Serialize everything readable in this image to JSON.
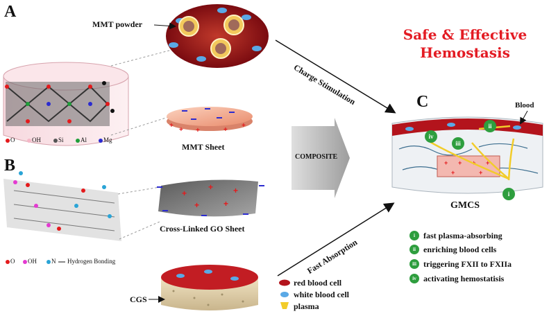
{
  "panels": {
    "a": "A",
    "b": "B",
    "c": "C"
  },
  "title": {
    "line1": "Safe & Effective",
    "line2": "Hemostasis"
  },
  "panel_a": {
    "mmt_powder": "MMT powder",
    "mmt_sheet": "MMT Sheet",
    "atoms": [
      "O",
      "OH",
      "Si",
      "Al",
      "Mg"
    ]
  },
  "panel_b": {
    "go_sheet": "Cross-Linked GO Sheet",
    "atoms": [
      "O",
      "OH",
      "N"
    ],
    "bonding": "Hydrogen Bonding"
  },
  "arrows": {
    "charge": "Charge Stimulation",
    "composite": "COMPOSITE",
    "absorption": "Fast Absorption"
  },
  "cgs": "CGS",
  "gmcs": "GMCS",
  "blood": "Blood",
  "legend": [
    {
      "icon": "red-blood-cell-icon",
      "label": "red blood cell"
    },
    {
      "icon": "white-blood-cell-icon",
      "label": "white blood cell"
    },
    {
      "icon": "plasma-icon",
      "label": "plasma"
    }
  ],
  "mechanisms": [
    {
      "num": "i",
      "text": "fast plasma-absorbing"
    },
    {
      "num": "ii",
      "text": "enriching blood cells"
    },
    {
      "num": "iii",
      "text": "triggering FXII to FXIIa"
    },
    {
      "num": "iv",
      "text": "activating hemostatisis"
    }
  ],
  "colors": {
    "title": "#e31b23",
    "badge": "#2e9e3e",
    "rbc": "#b3141c",
    "wbc": "#5aa9e6",
    "plasma": "#f2cc2a",
    "sheet": "#f3a98c"
  }
}
